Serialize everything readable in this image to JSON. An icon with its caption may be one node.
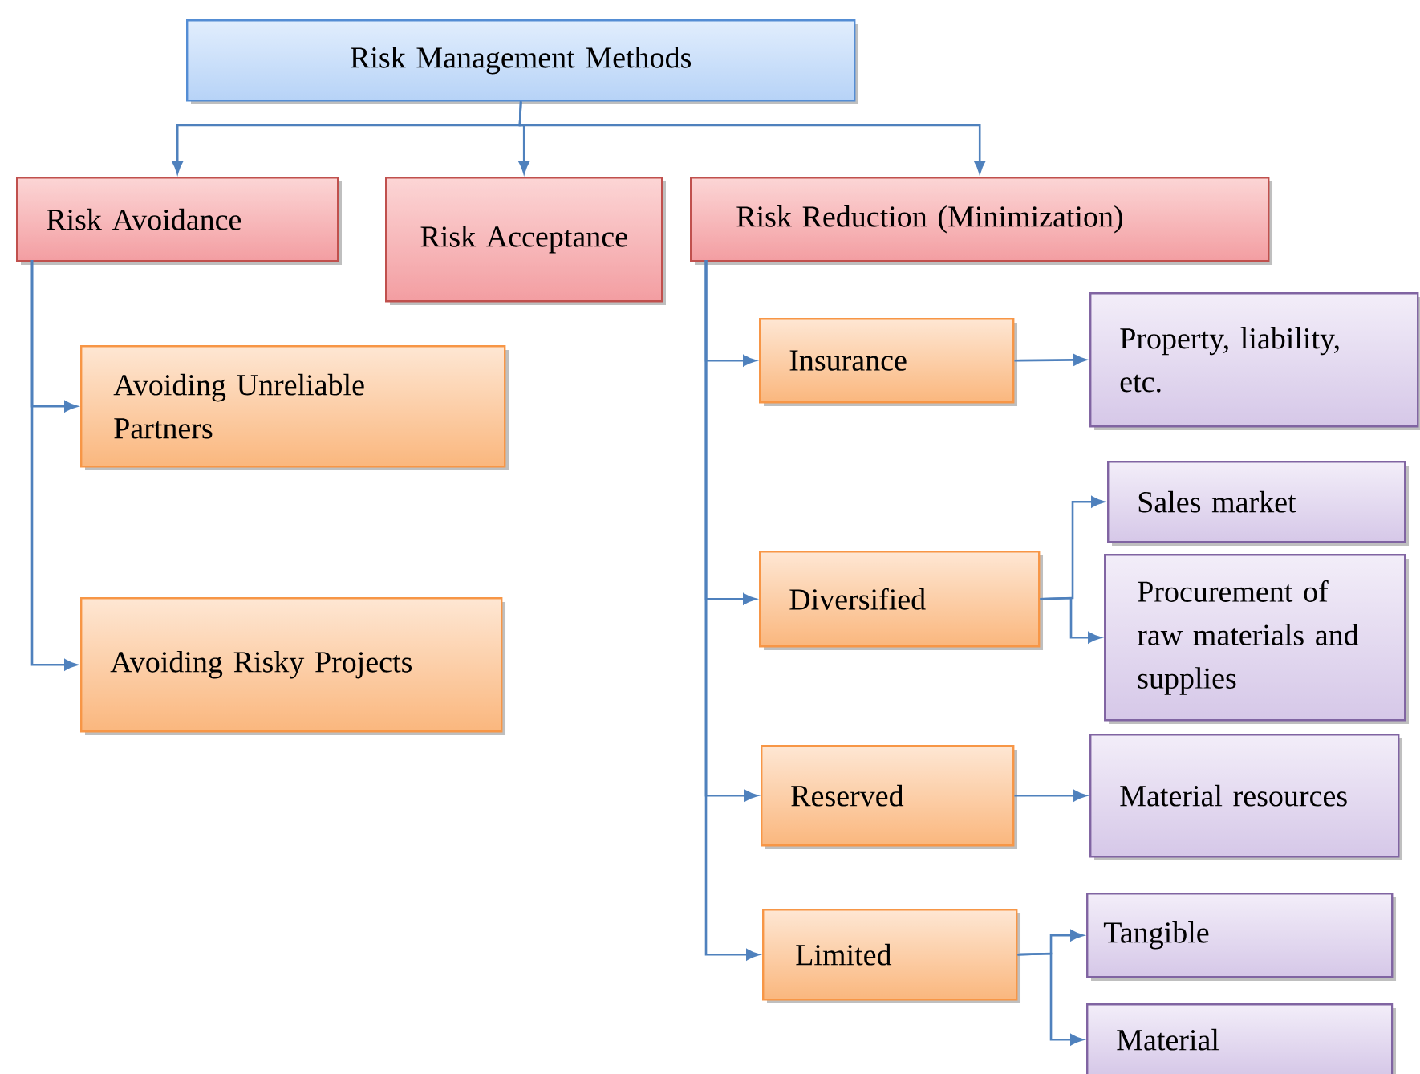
{
  "diagram": {
    "nodes": [
      {
        "text": [
          "Risk Management Methods"
        ]
      },
      {
        "text": [
          "Risk Avoidance"
        ]
      },
      {
        "text": [
          "Risk Acceptance"
        ]
      },
      {
        "text": [
          "Risk Reduction (Minimization)"
        ]
      },
      {
        "text": [
          "Avoiding Unreliable Partners"
        ]
      },
      {
        "text": [
          "Avoiding Risky Projects"
        ]
      },
      {
        "text": [
          "Insurance"
        ]
      },
      {
        "text": [
          "Property, liability, etc."
        ]
      },
      {
        "text": [
          "Diversified"
        ]
      },
      {
        "text": [
          "Sales market"
        ]
      },
      {
        "text": [
          "Procurement of raw materials and supplies"
        ]
      },
      {
        "text": [
          "Reserved"
        ]
      },
      {
        "text": [
          "Material resources"
        ]
      },
      {
        "text": [
          "Limited"
        ]
      },
      {
        "text": [
          "Tangible"
        ]
      },
      {
        "text": [
          "Material"
        ]
      }
    ],
    "edges": [
      {
        "from": 0,
        "to": 1,
        "arrow": "to"
      },
      {
        "from": 0,
        "to": 2,
        "arrow": "to"
      },
      {
        "from": 0,
        "to": 3,
        "arrow": "to"
      },
      {
        "from": 1,
        "to": 4,
        "arrow": "to"
      },
      {
        "from": 1,
        "to": 5,
        "arrow": "to"
      },
      {
        "from": 3,
        "to": 6,
        "arrow": "to"
      },
      {
        "from": 3,
        "to": 8,
        "arrow": "to"
      },
      {
        "from": 3,
        "to": 11,
        "arrow": "to"
      },
      {
        "from": 3,
        "to": 13,
        "arrow": "to"
      },
      {
        "from": 6,
        "to": 7,
        "arrow": "to"
      },
      {
        "from": 8,
        "to": 9,
        "arrow": "to"
      },
      {
        "from": 8,
        "to": 10,
        "arrow": "to"
      },
      {
        "from": 11,
        "to": 12,
        "arrow": "to"
      },
      {
        "from": 13,
        "to": 14,
        "arrow": "to"
      },
      {
        "from": 13,
        "to": 15,
        "arrow": "to"
      }
    ]
  }
}
